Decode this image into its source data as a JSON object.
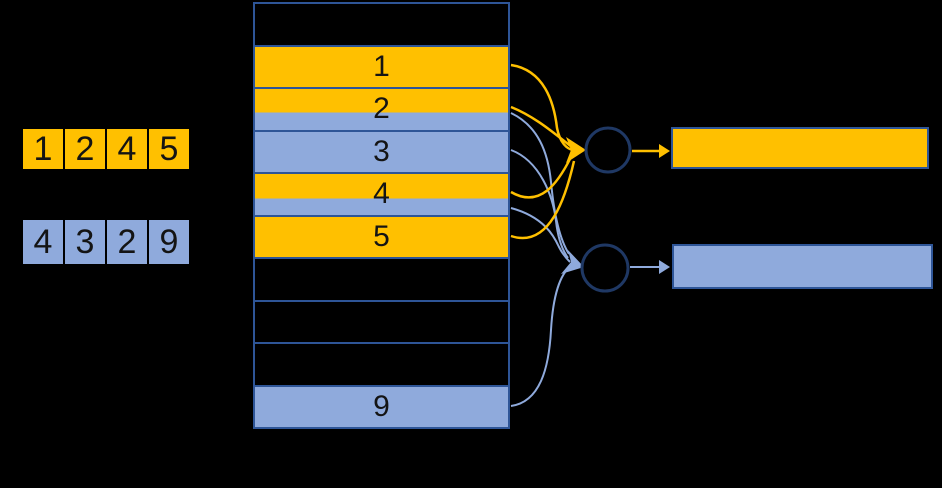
{
  "diagram": {
    "title": "bitmap-merge-of-two-sorted-arrays",
    "background": "#000000",
    "colors": {
      "orange": "#FFC000",
      "blue": "#8FAADC",
      "cell_border": "#2E5597",
      "node_stroke": "#1F3864",
      "digit_text": "#141414"
    },
    "input_arrays": {
      "top": {
        "color_name": "orange",
        "values": [
          "1",
          "2",
          "4",
          "5"
        ]
      },
      "bottom": {
        "color_name": "blue",
        "values": [
          "4",
          "3",
          "2",
          "9"
        ]
      }
    },
    "bitmap": {
      "rows": [
        {
          "index": 0,
          "value": "",
          "membership": "none"
        },
        {
          "index": 1,
          "value": "1",
          "membership": "top-array"
        },
        {
          "index": 2,
          "value": "2",
          "membership": "both-arrays"
        },
        {
          "index": 3,
          "value": "3",
          "membership": "bottom-array"
        },
        {
          "index": 4,
          "value": "4",
          "membership": "both-arrays"
        },
        {
          "index": 5,
          "value": "5",
          "membership": "top-array"
        },
        {
          "index": 6,
          "value": "",
          "membership": "none"
        },
        {
          "index": 7,
          "value": "",
          "membership": "none"
        },
        {
          "index": 8,
          "value": "",
          "membership": "none"
        },
        {
          "index": 9,
          "value": "9",
          "membership": "bottom-array"
        }
      ]
    },
    "nodes": [
      {
        "name": "collector-node-orange",
        "sources": [
          "1",
          "2",
          "4",
          "5"
        ]
      },
      {
        "name": "collector-node-blue",
        "sources": [
          "2",
          "3",
          "4",
          "9"
        ]
      }
    ],
    "outputs": [
      {
        "name": "output-bar-orange",
        "color_name": "orange",
        "label": ""
      },
      {
        "name": "output-bar-blue",
        "color_name": "blue",
        "label": ""
      }
    ]
  }
}
